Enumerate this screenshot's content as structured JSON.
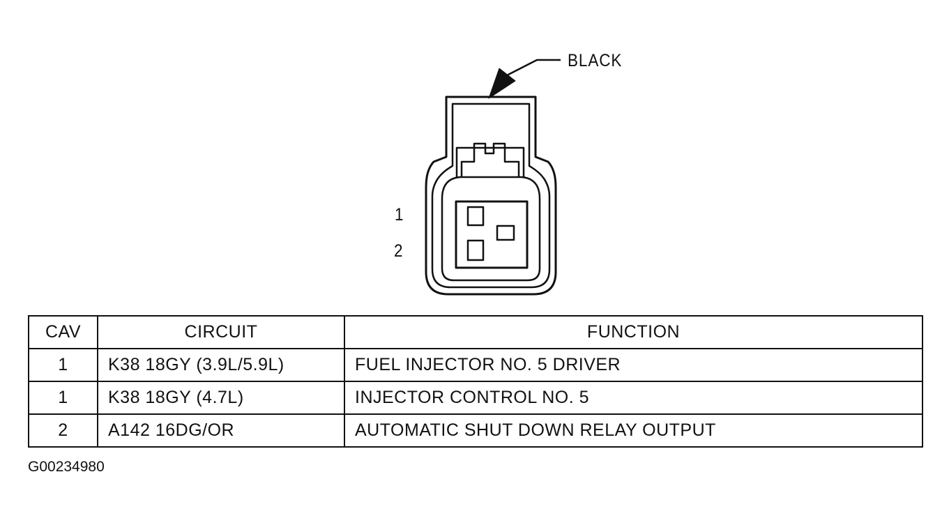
{
  "connector": {
    "color_label": "BLACK",
    "cavity_labels": [
      "1",
      "2"
    ]
  },
  "table": {
    "headers": {
      "cav": "CAV",
      "circuit": "CIRCUIT",
      "function": "FUNCTION"
    },
    "rows": [
      {
        "cav": "1",
        "circuit": "K38 18GY (3.9L/5.9L)",
        "function": "FUEL INJECTOR NO. 5 DRIVER"
      },
      {
        "cav": "1",
        "circuit": "K38 18GY (4.7L)",
        "function": "INJECTOR CONTROL NO. 5"
      },
      {
        "cav": "2",
        "circuit": "A142 16DG/OR",
        "function": "AUTOMATIC SHUT DOWN RELAY OUTPUT"
      }
    ]
  },
  "figure_id": "G00234980",
  "colors": {
    "ink": "#111111",
    "background": "#ffffff"
  }
}
